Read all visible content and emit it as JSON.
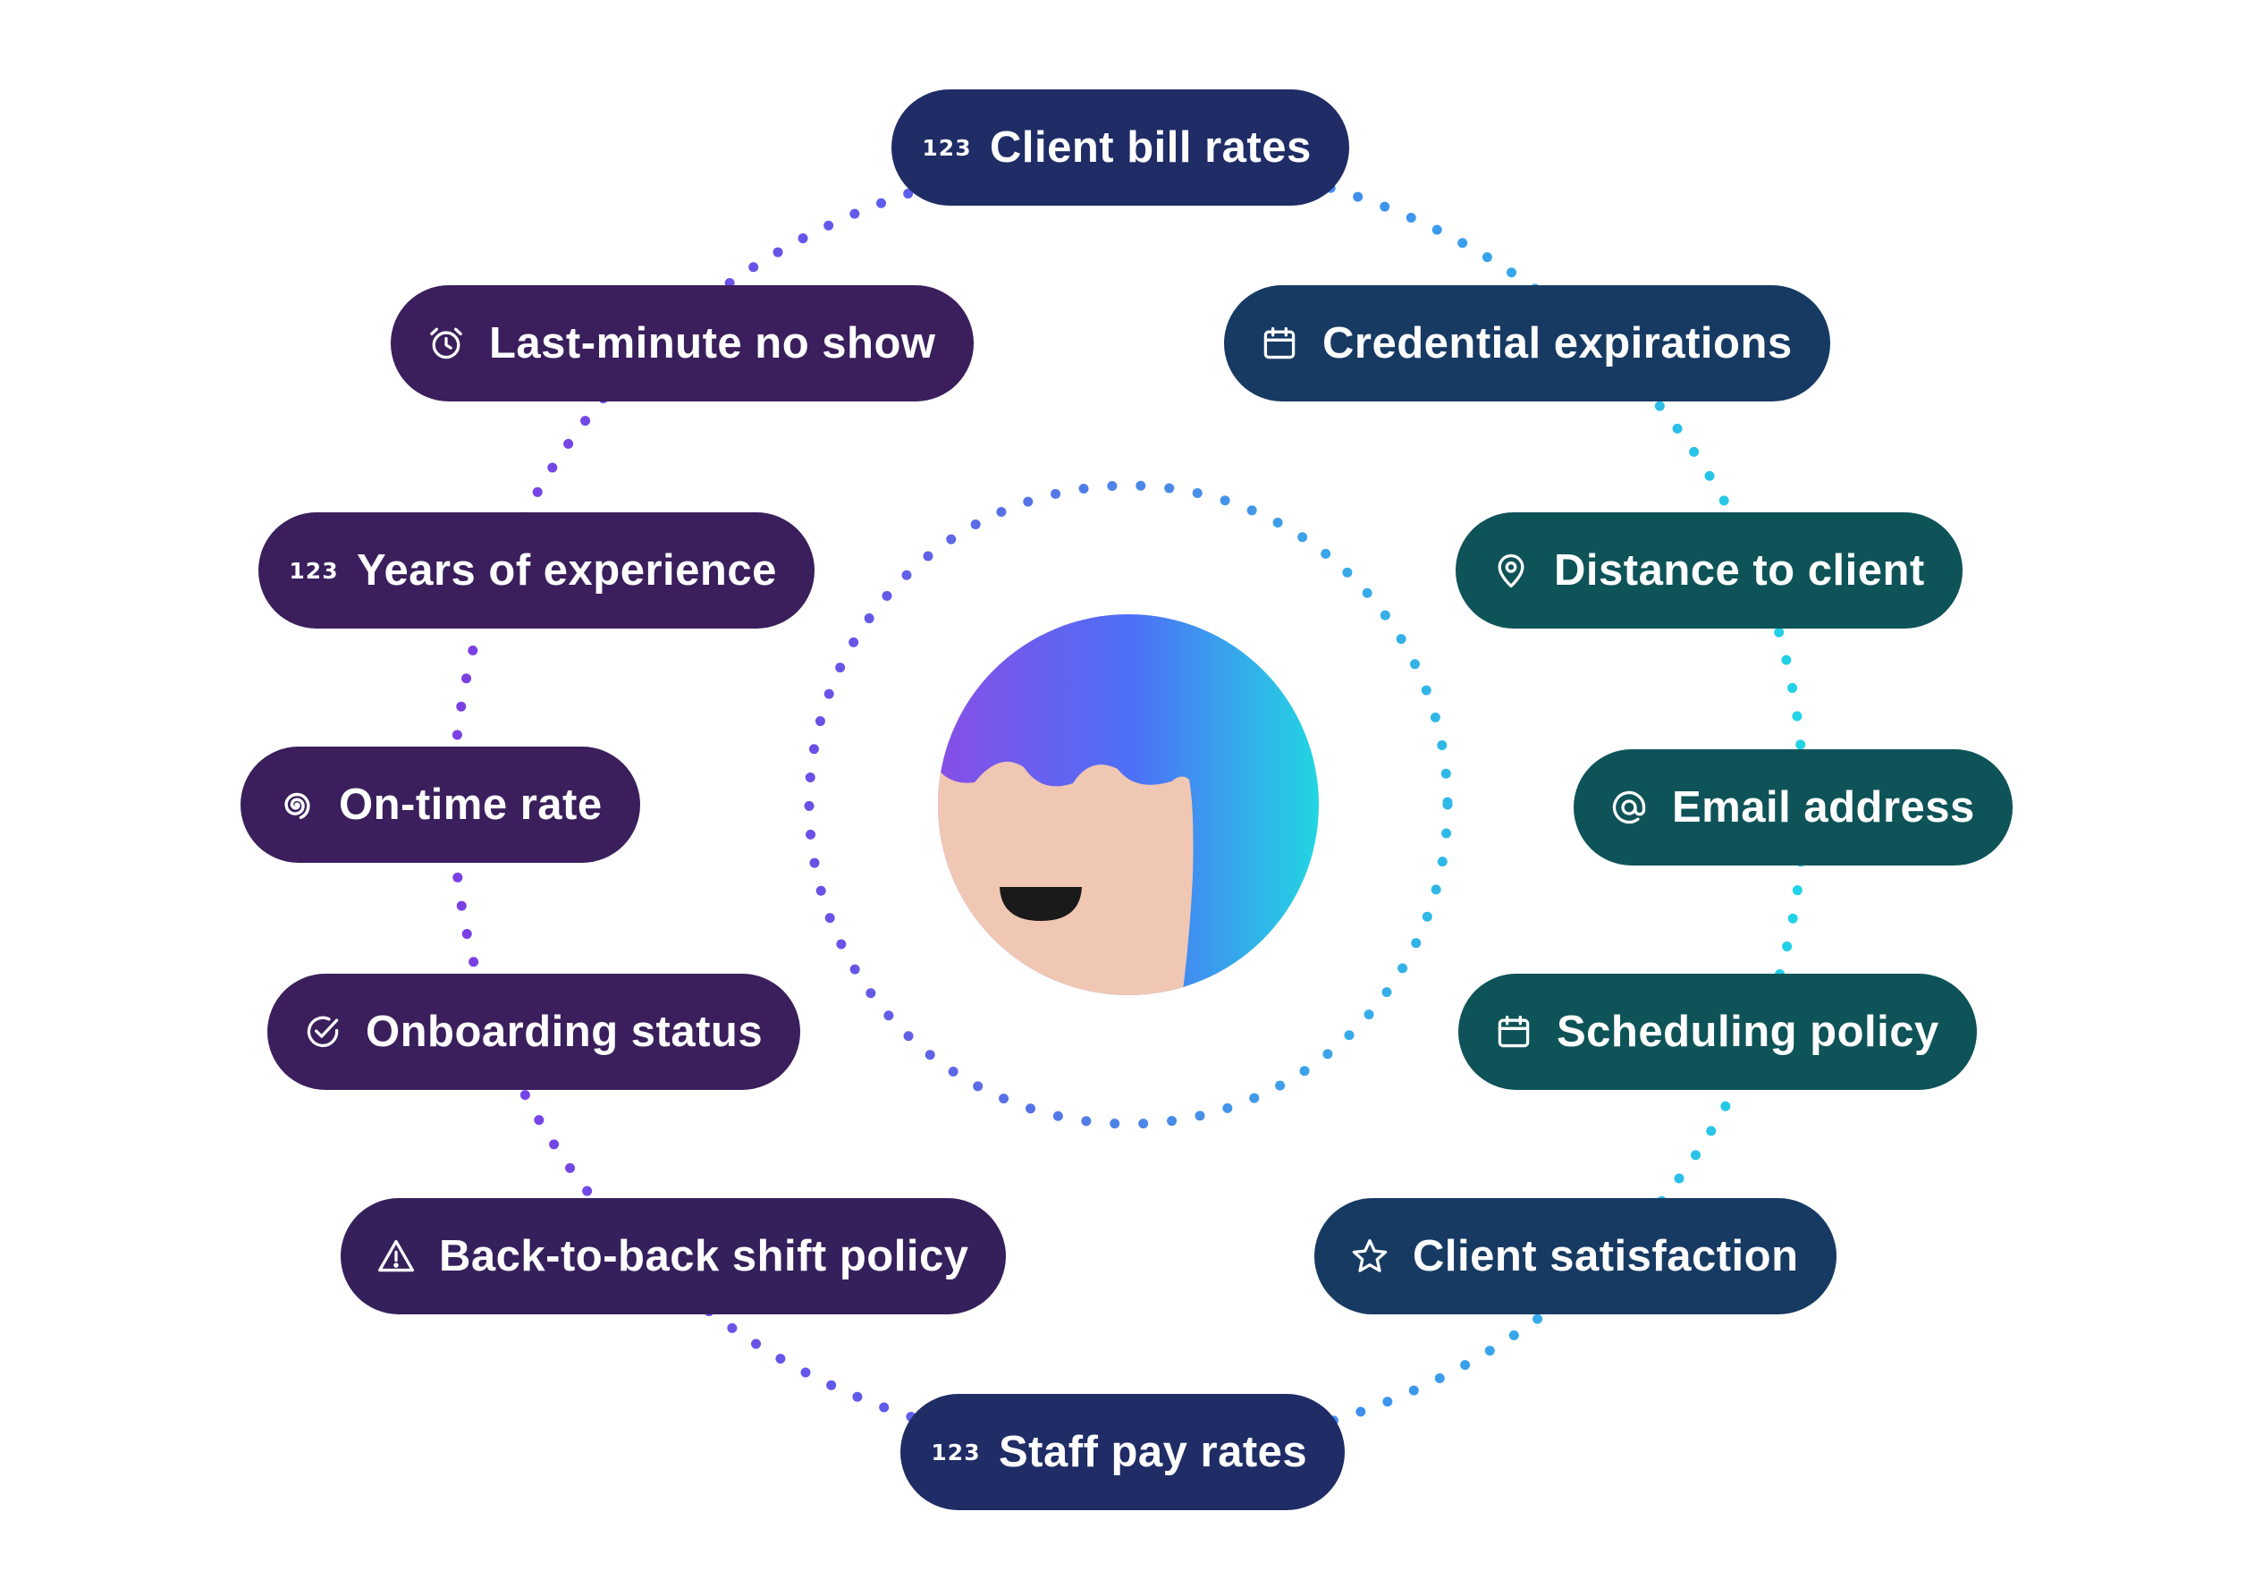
{
  "center": {
    "avatar": "smiling-person-avatar"
  },
  "colors": {
    "left_pill": "#3a1f5c",
    "top_pill": "#1f2c66",
    "right_upper_pill": "#173a63",
    "right_mid_pill": "#0e5358",
    "ring_purple": "#7b3fe4",
    "ring_blue": "#4f6cf0",
    "ring_cyan": "#22d3e6",
    "skin": "#f0c7b3",
    "mouth": "#1a1a1a"
  },
  "nodes": [
    {
      "id": "client-bill-rates",
      "label": "Client bill rates",
      "icon": "123",
      "icon_name": "number-123-icon"
    },
    {
      "id": "credential-expirations",
      "label": "Credential expirations",
      "icon": "calendar",
      "icon_name": "calendar-icon"
    },
    {
      "id": "distance-to-client",
      "label": "Distance to client",
      "icon": "pin",
      "icon_name": "map-pin-icon"
    },
    {
      "id": "email-address",
      "label": "Email address",
      "icon": "at",
      "icon_name": "at-sign-icon"
    },
    {
      "id": "scheduling-policy",
      "label": "Scheduling policy",
      "icon": "calendar",
      "icon_name": "calendar-icon"
    },
    {
      "id": "client-satisfaction",
      "label": "Client satisfaction",
      "icon": "star",
      "icon_name": "star-icon"
    },
    {
      "id": "staff-pay-rates",
      "label": "Staff pay rates",
      "icon": "123",
      "icon_name": "number-123-icon"
    },
    {
      "id": "back-to-back-shift-policy",
      "label": "Back-to-back shift policy",
      "icon": "warning",
      "icon_name": "warning-triangle-icon"
    },
    {
      "id": "onboarding-status",
      "label": "Onboarding status",
      "icon": "check",
      "icon_name": "check-circle-icon"
    },
    {
      "id": "on-time-rate",
      "label": "On-time rate",
      "icon": "spiral",
      "icon_name": "spiral-icon"
    },
    {
      "id": "years-of-experience",
      "label": "Years of experience",
      "icon": "123",
      "icon_name": "number-123-icon"
    },
    {
      "id": "last-minute-no-show",
      "label": "Last-minute no show",
      "icon": "alarm",
      "icon_name": "alarm-clock-icon"
    }
  ]
}
